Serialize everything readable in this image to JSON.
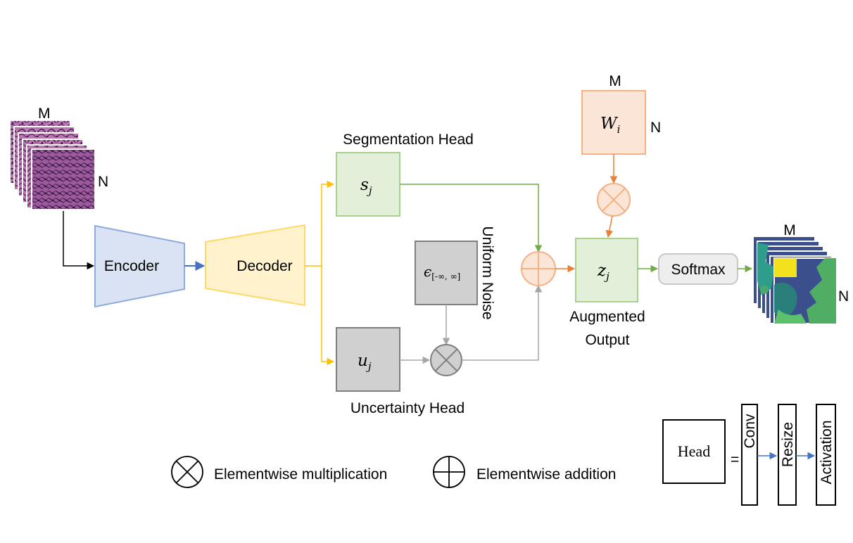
{
  "input": {
    "m_label": "M",
    "n_label": "N"
  },
  "encoder": {
    "label": "Encoder"
  },
  "decoder": {
    "label": "Decoder"
  },
  "segmentation_head": {
    "title": "Segmentation Head",
    "symbol": "s",
    "subscript": "j"
  },
  "uncertainty_head": {
    "title": "Uncertainty Head",
    "symbol": "u",
    "subscript": "j"
  },
  "noise": {
    "symbol": "ϵ",
    "subscript": "[-∞, ∞]",
    "title": "Uniform Noise"
  },
  "weights": {
    "symbol": "W",
    "subscript": "i",
    "m_label": "M",
    "n_label": "N"
  },
  "augmented": {
    "symbol": "z",
    "subscript": "j",
    "title_line1": "Augmented",
    "title_line2": "Output"
  },
  "softmax": {
    "label": "Softmax"
  },
  "output": {
    "m_label": "M",
    "n_label": "N"
  },
  "legend": {
    "multiply_label": "Elementwise multiplication",
    "add_label": "Elementwise addition",
    "head_label": "Head",
    "equals": "=",
    "conv_label": "Conv",
    "resize_label": "Resize",
    "activation_label": "Activation"
  },
  "colors": {
    "encoder_fill": "#dae3f3",
    "encoder_stroke": "#8faadc",
    "decoder_fill": "#fff2cc",
    "decoder_stroke": "#ffd966",
    "seg_fill": "#e2f0d9",
    "seg_stroke": "#a9d18e",
    "gray_fill": "#d0d0d0",
    "gray_stroke": "#7f7f7f",
    "weight_fill": "#fbe5d6",
    "weight_stroke": "#f4b183",
    "yellow_arrow": "#ffc000",
    "green_arrow": "#70ad47",
    "orange_arrow": "#ed7d31",
    "blue_arrow": "#4472c4",
    "gray_arrow": "#a6a6a6"
  }
}
